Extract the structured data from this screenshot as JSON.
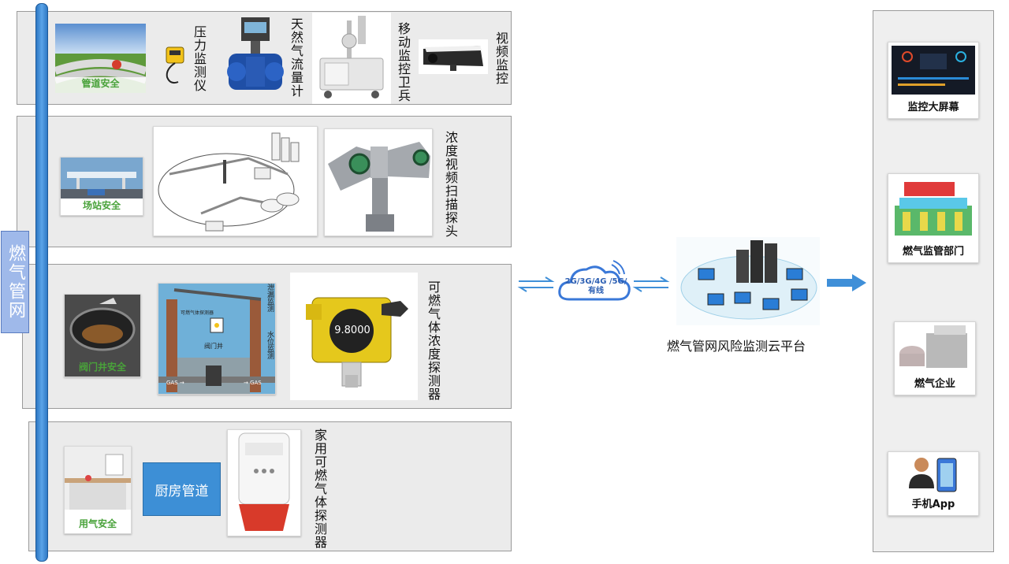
{
  "pipe_network": {
    "label": "燃气管网"
  },
  "rows": {
    "pipeline": {
      "caption": "管道安全",
      "devices": {
        "pressure": "压力监测仪",
        "flowmeter": "天然气流量计",
        "patrol": "移动监控卫兵",
        "video": "视频监控"
      }
    },
    "station": {
      "caption": "场站安全",
      "device": "浓度视频扫描探头"
    },
    "valve": {
      "caption": "阀门井安全",
      "diagram_labels": {
        "leak": "泄漏监测",
        "water": "水位监测",
        "detector": "可燃气体探测器",
        "well": "阀门井",
        "gas_left": "GAS →",
        "gas_right": "→ GAS"
      },
      "detector_reading": "9.8000",
      "device": "可燃气体浓度探测器"
    },
    "household": {
      "caption": "用气安全",
      "kitchen": "厨房管道",
      "device": "家用可燃气体探测器"
    }
  },
  "network": {
    "label": "2G/3G/4G /5G/有线"
  },
  "cloud": {
    "label": "燃气管网风险监测云平台"
  },
  "outputs": [
    {
      "label": "监控大屏幕"
    },
    {
      "label": "燃气监管部门"
    },
    {
      "label": "燃气企业"
    },
    {
      "label": "手机App"
    }
  ],
  "colors": {
    "pipe": "#3a8ad6",
    "caption_green": "#49a23a",
    "arrow": "#3f8fd8"
  }
}
